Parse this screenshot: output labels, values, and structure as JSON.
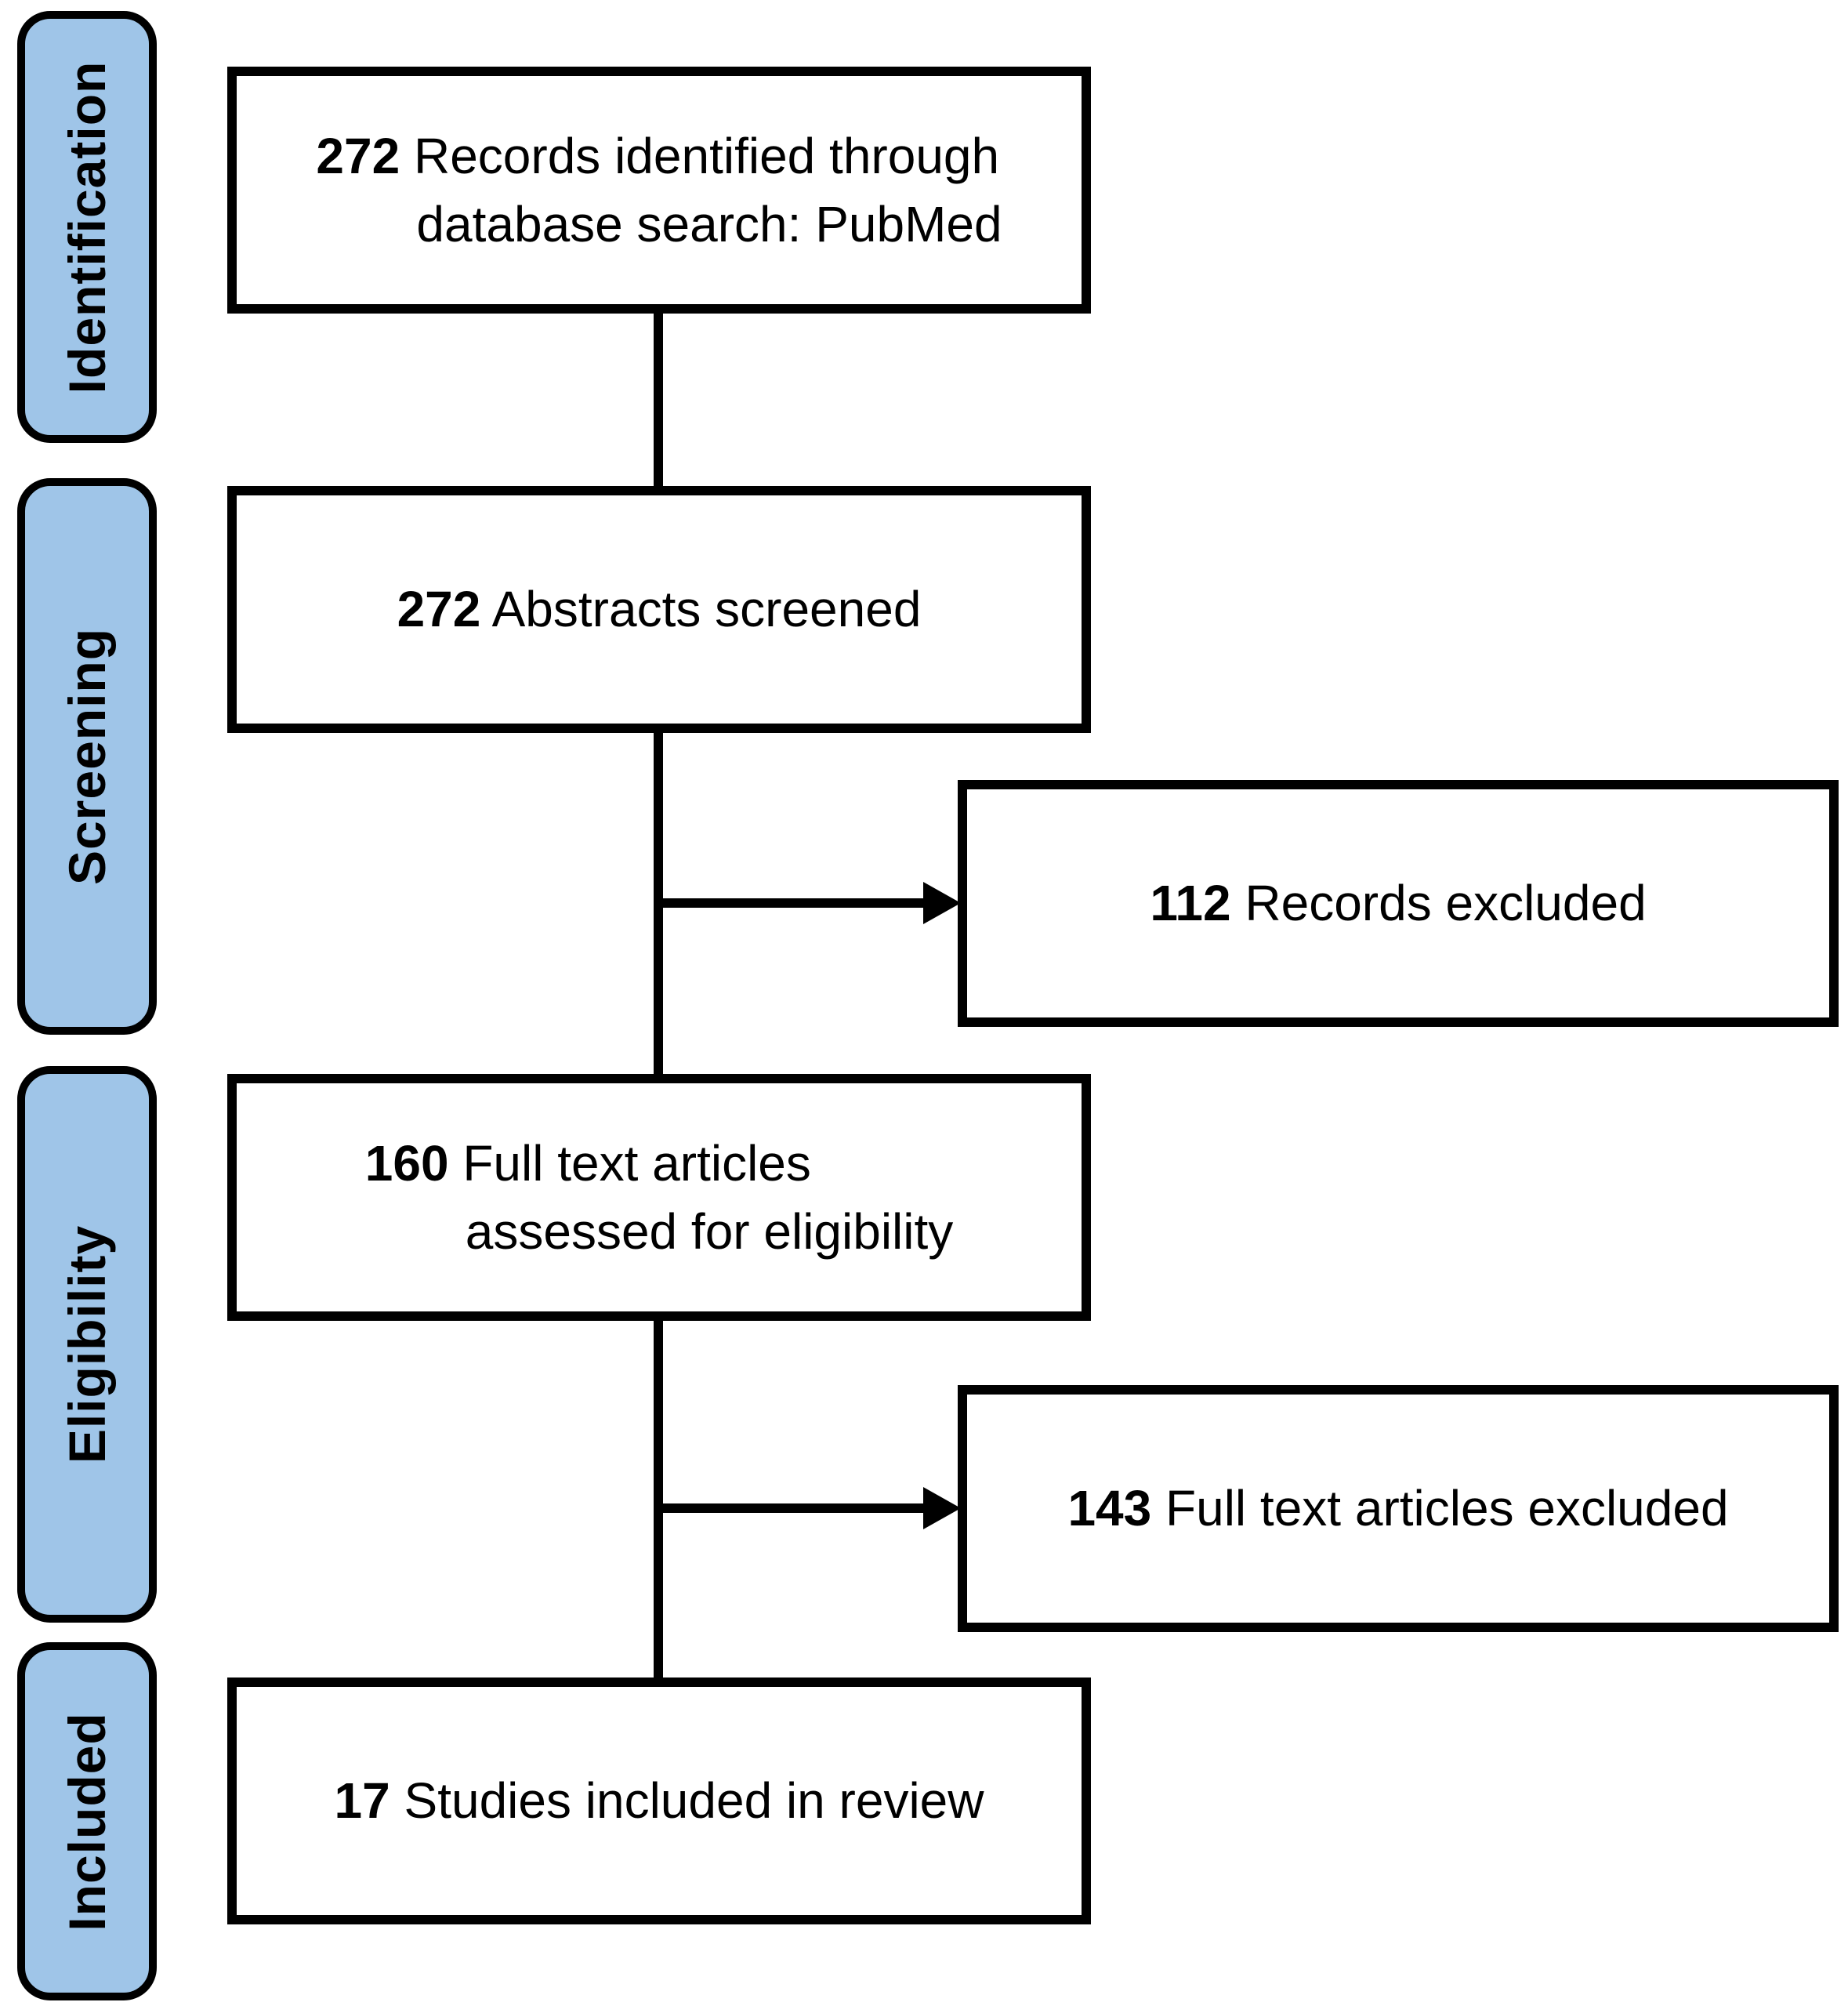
{
  "figure": {
    "kind": "prisma-flow-diagram",
    "stages": [
      {
        "label": "Identification"
      },
      {
        "label": "Screening"
      },
      {
        "label": "Eligibility"
      },
      {
        "label": "Included"
      }
    ],
    "boxes": {
      "records_identified": {
        "count": "272",
        "line1": "Records identified through",
        "line2": "database search: PubMed"
      },
      "abstracts_screened": {
        "count": "272",
        "line1": "Abstracts screened",
        "line2": ""
      },
      "records_excluded": {
        "count": "112",
        "line1": "Records excluded",
        "line2": ""
      },
      "fulltext_assessed": {
        "count": "160",
        "line1": "Full text articles",
        "line2": "assessed for eligibility"
      },
      "fulltext_excluded": {
        "count": "143",
        "line1": "Full text articles excluded",
        "line2": ""
      },
      "studies_included": {
        "count": "17",
        "line1": "Studies included in review",
        "line2": ""
      }
    },
    "colors": {
      "stage_fill": "#9fc5e8",
      "stage_border": "#000000",
      "box_fill": "#ffffff",
      "box_border": "#000000",
      "connector": "#000000",
      "text": "#000000",
      "background": "#ffffff"
    }
  }
}
